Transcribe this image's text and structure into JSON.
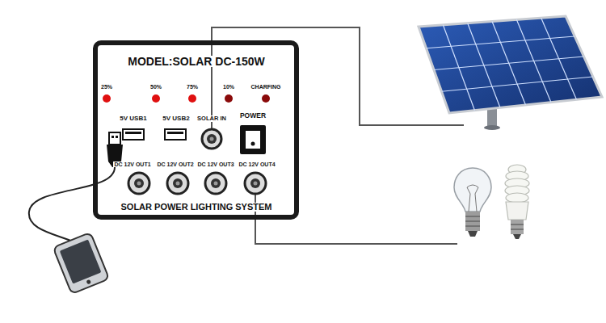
{
  "diagram": {
    "nodes": [
      {
        "text": [
          "MODEL:SOLAR DC-150W",
          "SOLAR POWER LIGHTING SYSTEM"
        ]
      }
    ],
    "labels": [
      "25%",
      "50%",
      "75%",
      "10%",
      "CHARFING",
      "5V USB1",
      "5V USB2",
      "SOLAR IN",
      "POWER",
      "DC 12V OUT1",
      "DC 12V OUT2",
      "DC 12V OUT3",
      "DC 12V OUT4"
    ]
  }
}
